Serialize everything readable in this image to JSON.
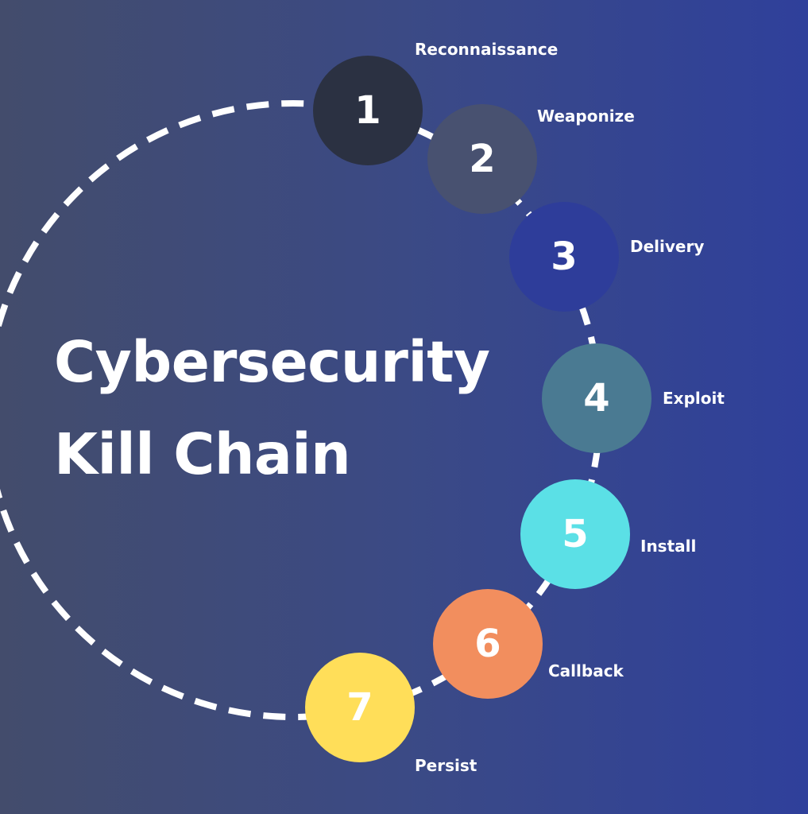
{
  "title": {
    "line1": "Cybersecurity",
    "line2": "Kill Chain"
  },
  "steps": [
    {
      "number": "1",
      "label": "Reconnaissance",
      "color": "#2b3142"
    },
    {
      "number": "2",
      "label": "Weaponize",
      "color": "#485170"
    },
    {
      "number": "3",
      "label": "Delivery",
      "color": "#2e3d9a"
    },
    {
      "number": "4",
      "label": "Exploit",
      "color": "#4a7a92"
    },
    {
      "number": "5",
      "label": "Install",
      "color": "#5be0e6"
    },
    {
      "number": "6",
      "label": "Callback",
      "color": "#f28e5e"
    },
    {
      "number": "7",
      "label": "Persist",
      "color": "#ffde59"
    }
  ],
  "colors": {
    "ring": "#ffffff",
    "text": "#ffffff"
  }
}
